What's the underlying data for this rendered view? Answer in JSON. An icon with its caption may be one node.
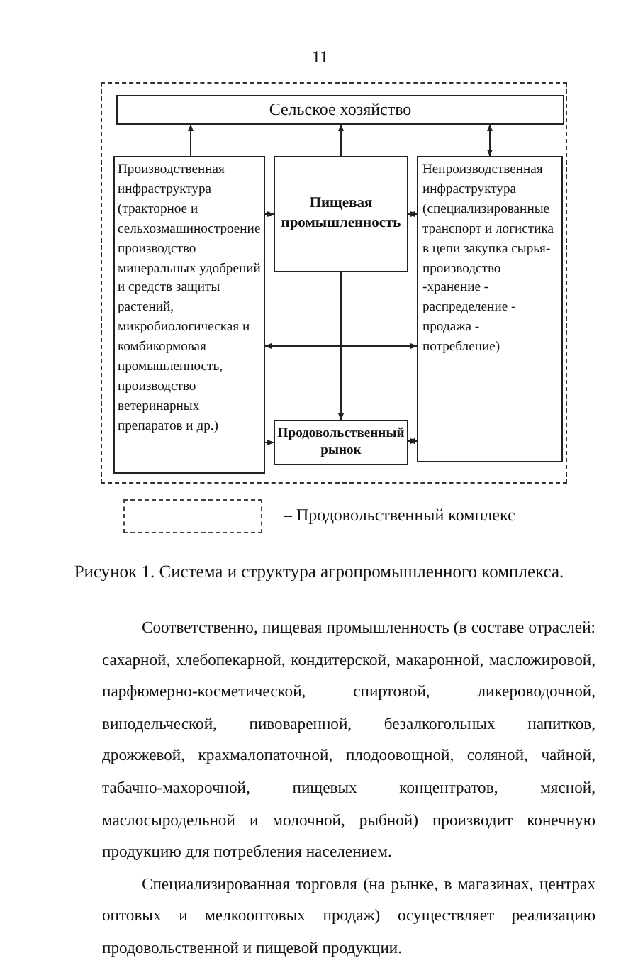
{
  "diagram": {
    "caption": "Рисунок 1. Система и структура агропромышленного комплекса.",
    "nodes": [
      {
        "text": [],
        "shape": "box"
      },
      {
        "text": [
          "Сельское хозяйство"
        ],
        "in": 0
      },
      {
        "text": [
          "Производственная инфраструктура (тракторное и сельхозмашиностроение производство минеральных удобрений и средств защиты растений, микробиологическая и комбикормовая промышленность, производство ветеринарных препаратов и др.)"
        ],
        "in": 0
      },
      {
        "text": [
          "Пищевая промышленность"
        ],
        "in": 0
      },
      {
        "text": [
          "Непроизводственная инфраструктура (специализированные транспорт и логистика в цепи закупка сырья-производство -хранение - распределение - продажа - потребление)"
        ],
        "in": 0
      },
      {
        "text": [
          "Продовольственный рынок"
        ],
        "in": 0
      }
    ],
    "edges": [
      {
        "from": 2,
        "to": 1,
        "arrow": "to"
      },
      {
        "from": 3,
        "to": 1,
        "arrow": "to"
      },
      {
        "from": 4,
        "to": 1,
        "arrow": "both"
      },
      {
        "from": 2,
        "to": 3,
        "arrow": "to"
      },
      {
        "from": 3,
        "to": 4,
        "arrow": "both"
      },
      {
        "from": 3,
        "to": 5,
        "arrow": "to"
      },
      {
        "from": 2,
        "to": 4,
        "arrow": "both"
      },
      {
        "from": 2,
        "to": 5,
        "arrow": "to"
      },
      {
        "from": 5,
        "to": 4,
        "arrow": "both"
      }
    ],
    "labels": [
      "11",
      "Соответственно, пищевая промышленность (в составе отраслей: сахарной, хлебопекарной, кондитерской, макаронной, масложировой, парфюмерно-косметической, спиртовой, ликероводочной, винодельческой, пивоваренной, безалкогольных напитков, дрожжевой, крахмалопаточной, плодоовощной, соляной, чайной, табачно-махорочной, пищевых концентратов, мясной, маслосыродельной и молочной, рыбной) производит конечную продукцию для потребления населением.",
      "Специализированная торговля (на рынке, в магазинах, центрах оптовых и мелкооптовых продаж) осуществляет реализацию продовольственной и пищевой продукции."
    ],
    "legend": [
      {
        "text": "– Продовольственный комплекс"
      }
    ]
  }
}
